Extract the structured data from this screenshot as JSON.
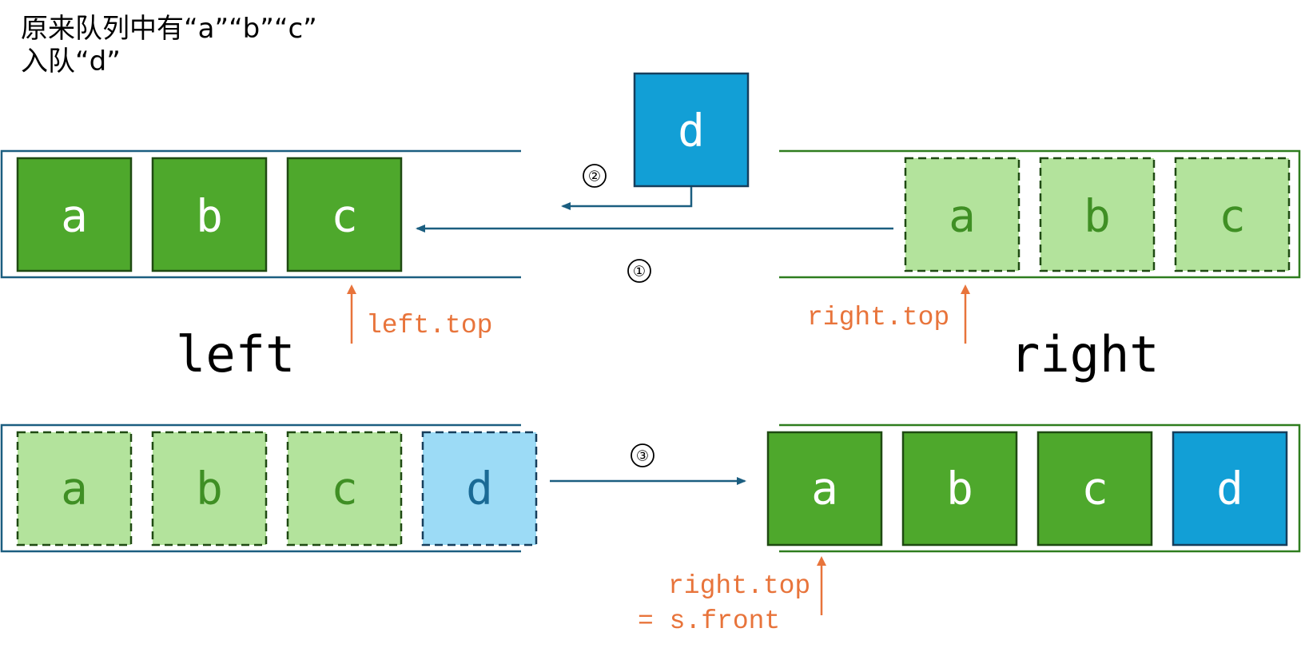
{
  "caption": {
    "line1": "原来队列中有“a”“b”“c”",
    "line2": "入队“d”"
  },
  "colors": {
    "left_rail": "#1b5e80",
    "right_rail": "#2e7d1e",
    "solid_green_fill": "#4ea82c",
    "solid_green_border": "#1f4a12",
    "ghost_green_fill": "#b3e39c",
    "ghost_green_text": "#3f8f24",
    "solid_blue_fill": "#129fd6",
    "solid_blue_border": "#163e5c",
    "ghost_blue_fill": "#9cdbf6",
    "ghost_blue_text": "#1a6a95",
    "arrow": "#1b5e80",
    "pointer": "#e8743b"
  },
  "stacks": {
    "left_name": "left",
    "right_name": "right"
  },
  "top": {
    "left_items": [
      "a",
      "b",
      "c"
    ],
    "right_ghost_items": [
      "a",
      "b",
      "c"
    ],
    "incoming_item": "d",
    "left_pointer_label": "left.top",
    "right_pointer_label": "right.top"
  },
  "bottom": {
    "left_ghost_items": [
      "a",
      "b",
      "c",
      "d"
    ],
    "right_items": [
      "a",
      "b",
      "c",
      "d"
    ],
    "right_pointer_label_line1": "right.top",
    "right_pointer_label_line2": "= s.front"
  },
  "steps": {
    "step1": "①",
    "step2": "②",
    "step3": "③"
  }
}
